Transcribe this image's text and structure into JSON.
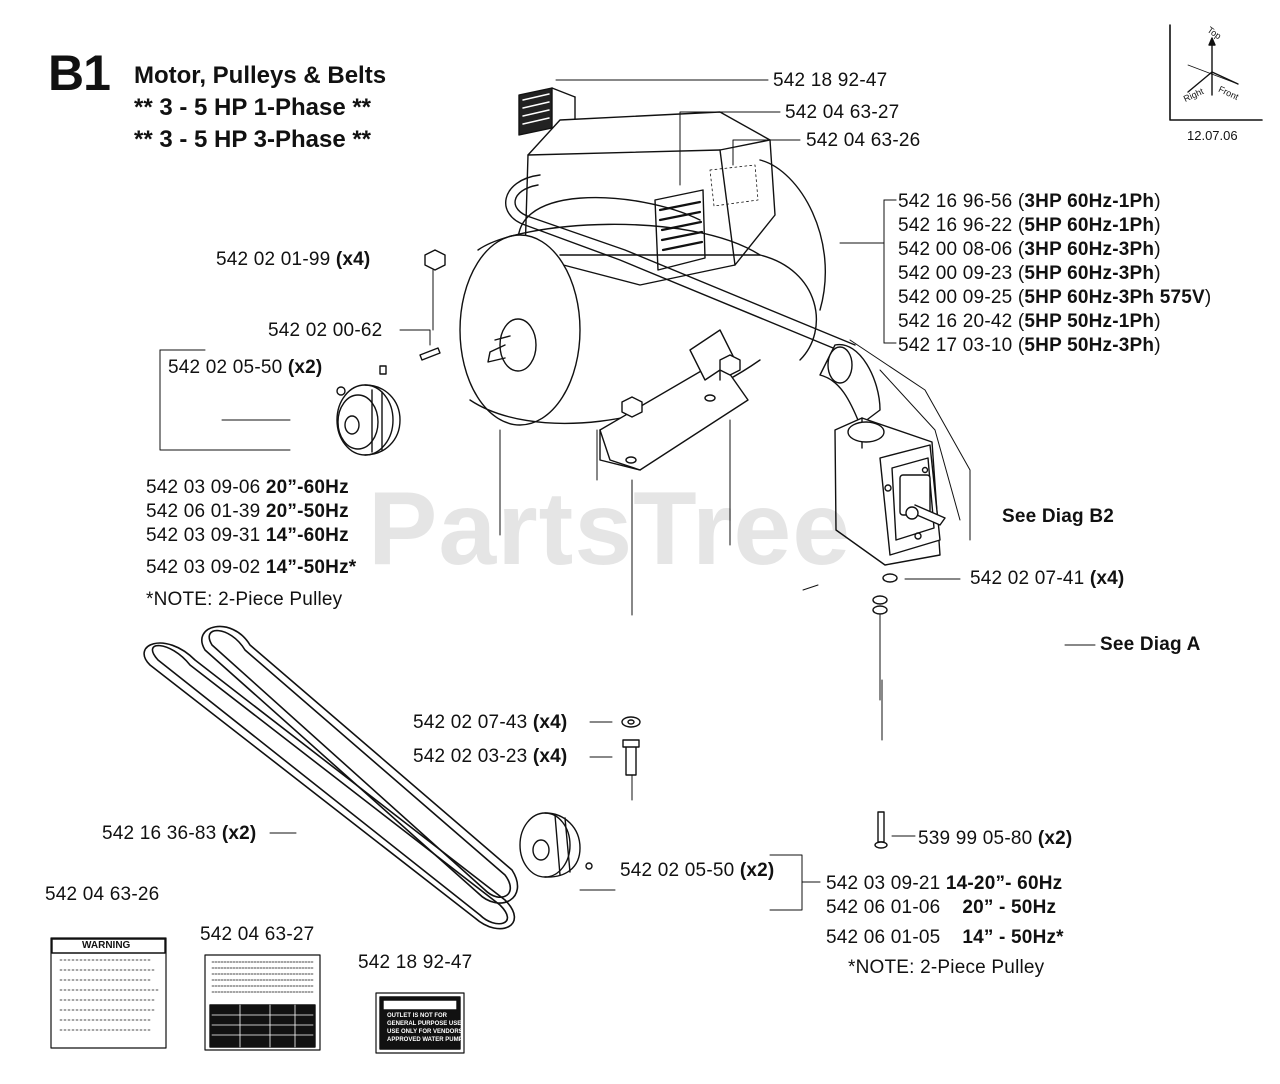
{
  "header": {
    "section_code": "B1",
    "title_lines": [
      "Motor, Pulleys & Belts",
      "** 3 - 5 HP 1-Phase **",
      "** 3 - 5 HP 3-Phase **"
    ]
  },
  "orientation": {
    "date": "12.07.06",
    "top": "Top",
    "right": "Right",
    "front": "Front"
  },
  "watermark": "PartsTree",
  "parts": {
    "decal_top": "542 18 92-47",
    "decal_mid": "542 04 63-27",
    "decal_right": "542 04 63-26",
    "motor_list": [
      {
        "part": "542 16 96-56",
        "spec": "(",
        "spec_b": "3HP 60Hz-1Ph",
        "end": ")"
      },
      {
        "part": "542 16 96-22",
        "spec": "(",
        "spec_b": "5HP 60Hz-1Ph",
        "end": ")"
      },
      {
        "part": "542 00 08-06",
        "spec": "(",
        "spec_b": "3HP 60Hz-3Ph",
        "end": ")"
      },
      {
        "part": "542 00 09-23",
        "spec": "(",
        "spec_b": "5HP 60Hz-3Ph",
        "end": ")"
      },
      {
        "part": "542 00 09-25",
        "spec": "(",
        "spec_b": "5HP 60Hz-3Ph 575V",
        "end": ")"
      },
      {
        "part": "542 16 20-42",
        "spec": "(",
        "spec_b": "5HP 50Hz-1Ph",
        "end": ")"
      },
      {
        "part": "542 17 03-10",
        "spec": "(",
        "spec_b": "5HP 50Hz-3Ph",
        "end": ")"
      }
    ],
    "nut": {
      "part": "542 02 01-99",
      "qty": "(x4)"
    },
    "key": "542 02 00-62",
    "setscrew_top": {
      "part": "542 02 05-50",
      "qty": "(x2)"
    },
    "pulley_top_list": [
      {
        "part": "542 03 09-06",
        "spec": "20”-60Hz"
      },
      {
        "part": "542 06 01-39",
        "spec": "20”-50Hz"
      },
      {
        "part": "542 03 09-31",
        "spec": "14”-60Hz"
      },
      {
        "part": "542 03 09-02",
        "spec": "14”-50Hz*"
      }
    ],
    "pulley_top_note": "*NOTE: 2-Piece Pulley",
    "see_diag_b2": "See Diag B2",
    "washer_switch": {
      "part": "542 02 07-41",
      "qty": "(x4)"
    },
    "see_diag_a": "See Diag A",
    "washer_bottom": {
      "part": "542 02 07-43",
      "qty": "(x4)"
    },
    "bolt_bottom": {
      "part": "542 02 03-23",
      "qty": "(x4)"
    },
    "screw_switch": {
      "part": "539 99 05-80",
      "qty": "(x2)"
    },
    "belt": {
      "part": "542 16 36-83",
      "qty": "(x2)"
    },
    "setscrew_bottom": {
      "part": "542 02 05-50",
      "qty": "(x2)"
    },
    "pulley_bottom_list": [
      {
        "part": "542 03 09-21",
        "spec": "14-20”- 60Hz"
      },
      {
        "part": "542 06 01-06",
        "spec": "20” - 50Hz"
      },
      {
        "part": "542 06 01-05",
        "spec": "14” - 50Hz*"
      }
    ],
    "pulley_bottom_note": "*NOTE: 2-Piece Pulley",
    "decal_bottom_1": "542 04 63-26",
    "decal_bottom_2": "542 04 63-27",
    "decal_bottom_3": "542 18 92-47"
  },
  "decal_text": {
    "warning": "WARNING",
    "outlet": [
      "OUTLET IS NOT FOR",
      "GENERAL PURPOSE USE.",
      "USE ONLY FOR VENDORS",
      "APPROVED WATER PUMP."
    ]
  }
}
